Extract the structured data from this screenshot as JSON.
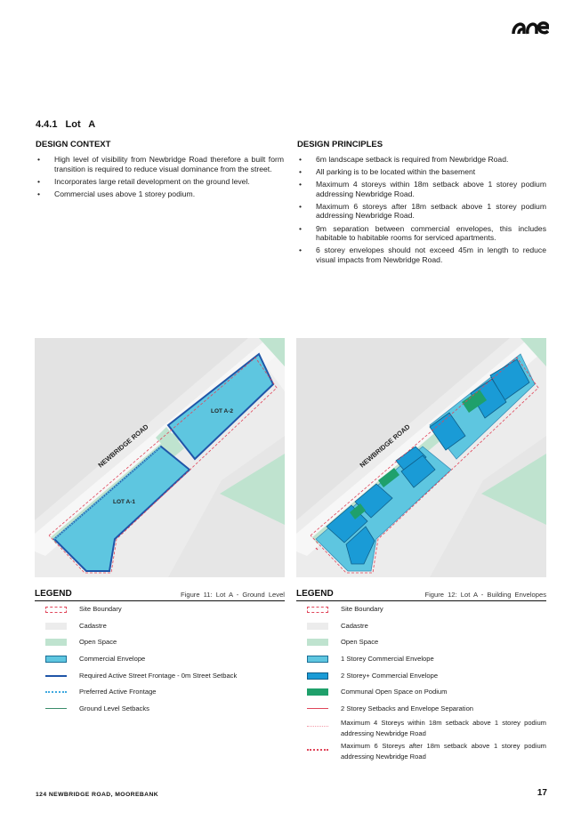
{
  "section": {
    "number": "4.4.1",
    "title": "Lot A"
  },
  "design_context": {
    "heading": "DESIGN CONTEXT",
    "items": [
      "High level of visibility from Newbridge Road therefore a built form transition is required to reduce visual dominance from the street.",
      "Incorporates large retail development on the ground level.",
      "Commercial uses above 1 storey podium."
    ]
  },
  "design_principles": {
    "heading": "DESIGN PRINCIPLES",
    "items": [
      "6m landscape setback is required from Newbridge Road.",
      "All parking is to be located within the basement",
      "Maximum 4 storeys within 18m setback above 1 storey podium addressing Newbridge Road.",
      "Maximum 6 storeys after 18m setback above 1 storey podium addressing Newbridge Road.",
      "9m separation between commercial envelopes, this includes habitable to habitable rooms for serviced apartments.",
      "6 storey envelopes should not exceed 45m in length to reduce visual impacts from Newbridge Road."
    ]
  },
  "figure11": {
    "road_label": "NEWBRIDGE ROAD",
    "lot1": "LOT A-1",
    "lot2": "LOT A-2",
    "caption": "Figure 11:  Lot A - Ground Level",
    "legend_title": "LEGEND",
    "legend": [
      "Site Boundary",
      "Cadastre",
      "Open Space",
      "Commercial Envelope",
      "Required Active Street Frontage - 0m Street Setback",
      "Preferred Active Frontage",
      "Ground Level Setbacks"
    ]
  },
  "figure12": {
    "road_label": "NEWBRIDGE ROAD",
    "caption": "Figure 12:  Lot A - Building Envelopes",
    "legend_title": "LEGEND",
    "legend": [
      "Site Boundary",
      "Cadastre",
      "Open Space",
      "1 Storey Commercial Envelope",
      "2 Storey+ Commercial Envelope",
      "Communal Open Space on Podium",
      "2 Storey Setbacks and Envelope Separation",
      "Maximum 4 Storeys within 18m setback above 1 storey podium addressing Newbridge Road",
      "Maximum 6 Storeys after 18m setback above 1 storey podium addressing Newbridge Road"
    ]
  },
  "colors": {
    "commercial": "#5ec6e0",
    "commercial_dark": "#1a9bd6",
    "open_space": "#bfe3cf",
    "communal": "#1fa06b",
    "frontage": "#1f55a8",
    "boundary": "#e0455a",
    "cadastre": "#ececec"
  },
  "footer": {
    "address": "124 NEWBRIDGE ROAD, MOOREBANK",
    "page": "17"
  }
}
